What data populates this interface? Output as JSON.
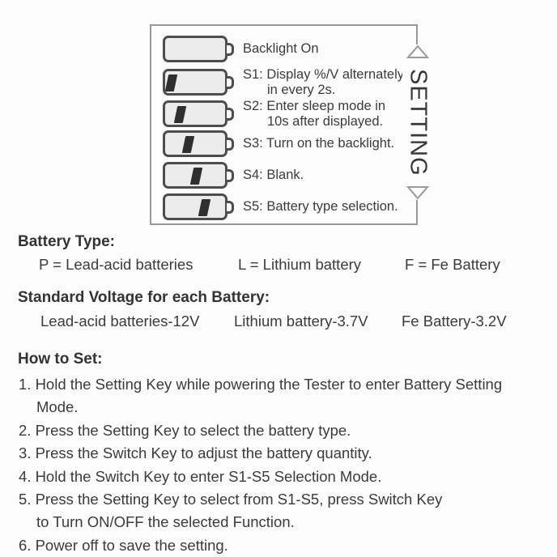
{
  "diagram": {
    "setting_label": "SETTING",
    "rows": [
      {
        "battery_segment": 0,
        "label": "Backlight On"
      },
      {
        "battery_segment": 1,
        "label": "S1: Display %/V alternately",
        "label2": "in every 2s."
      },
      {
        "battery_segment": 2,
        "label": "S2: Enter sleep mode in",
        "label2": "10s after displayed."
      },
      {
        "battery_segment": 3,
        "label": "S3: Turn on the backlight."
      },
      {
        "battery_segment": 4,
        "label": "S4: Blank."
      },
      {
        "battery_segment": 5,
        "label": "S5: Battery type selection."
      }
    ]
  },
  "battery_type": {
    "heading": "Battery Type:",
    "items": [
      "P = Lead-acid batteries",
      "L = Lithium battery",
      "F = Fe Battery"
    ]
  },
  "standard_voltage": {
    "heading": "Standard Voltage for each Battery:",
    "items": [
      "Lead-acid batteries-12V",
      "Lithium battery-3.7V",
      "Fe Battery-3.2V"
    ]
  },
  "how_to_set": {
    "heading": "How to Set:",
    "steps": [
      {
        "l1": "1. Hold the Setting Key while powering the Tester to enter Battery Setting",
        "l2": "Mode."
      },
      {
        "l1": "2. Press the Setting Key to select the battery type."
      },
      {
        "l1": "3. Press the Switch Key to adjust the battery quantity."
      },
      {
        "l1": "4. Hold the Switch Key to enter S1-S5 Selection Mode."
      },
      {
        "l1": "5. Press the Setting Key to select from S1-S5, press Switch Key",
        "l2": "to Turn ON/OFF the selected Function."
      },
      {
        "l1": "6. Power off to save the setting."
      }
    ]
  },
  "colors": {
    "box_border": "#999999",
    "battery_border": "#4d4d4d",
    "battery_fill": "#ececec",
    "segment": "#2f2f2f",
    "arrow": "#9a9a9a",
    "text": "#3b3b3b"
  }
}
